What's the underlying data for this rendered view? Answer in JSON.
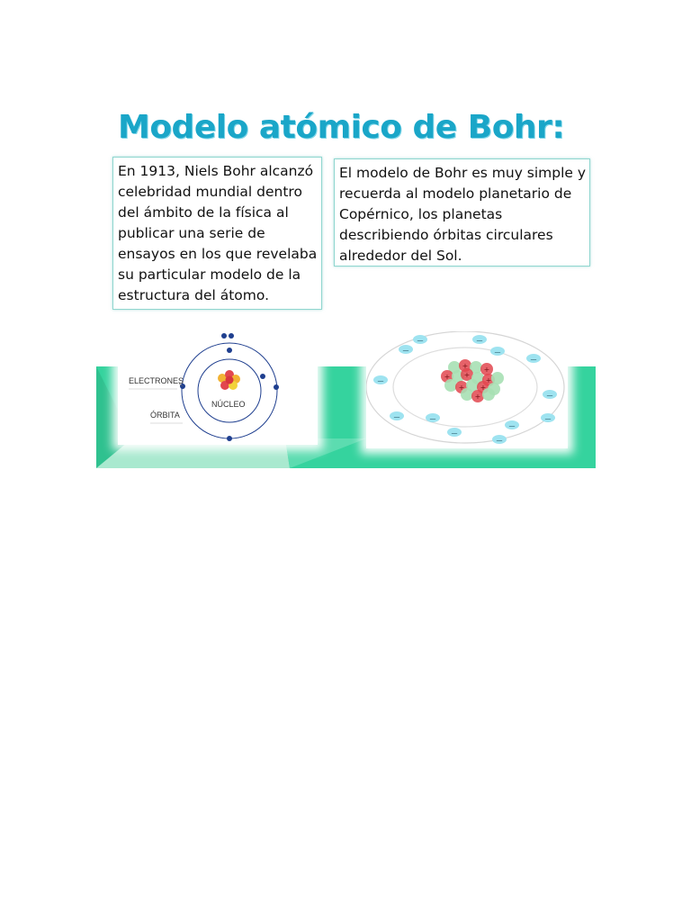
{
  "slide": {
    "title": "Modelo atómico de Bohr:",
    "left_box": {
      "lines": [
        "En 1913, Niels Bohr alcanzó",
        "celebridad mundial dentro",
        "del ámbito de la física al",
        "publicar una serie de",
        "ensayos en los que revelaba",
        "su particular modelo de la",
        "estructura del átomo."
      ]
    },
    "right_box": {
      "lines": [
        "El modelo de Bohr es muy simple y",
        "recuerda al modelo planetario de",
        "Copérnico, los planetas",
        "describiendo órbitas circulares",
        "alrededor del Sol."
      ]
    },
    "diagram_left": {
      "label_electrons": "ELECTRONES",
      "label_orbit": "ÓRBITA",
      "label_nucleus": "NÚCLEO"
    },
    "diagram_right": {
      "plus_sign": "+",
      "minus_sign": "—"
    },
    "colors": {
      "title": "#1aa6c8",
      "band_green": "#35d39e",
      "band_light": "#a9e9cf",
      "box_border": "#8fd6cf",
      "electron_blue": "#1f3f8f",
      "proton_red": "#e2474f",
      "neutron_green": "#a7e0b4",
      "electron_cyan": "#9ee3f0"
    }
  }
}
